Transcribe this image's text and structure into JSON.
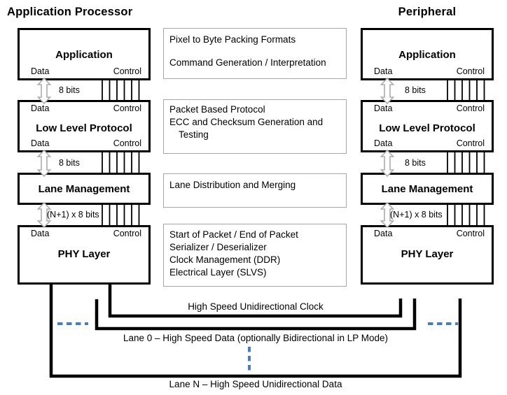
{
  "titles": {
    "left": "Application Processor",
    "right": "Peripheral"
  },
  "layers": {
    "application": {
      "title": "Application"
    },
    "llp": {
      "title": "Low Level Protocol"
    },
    "lane_mgmt": {
      "title": "Lane Management"
    },
    "phy": {
      "title": "PHY Layer"
    }
  },
  "port_labels": {
    "data": "Data",
    "control": "Control"
  },
  "gap_labels": {
    "gap1": "8 bits",
    "gap2": "8 bits",
    "gap3": "(N+1) x 8 bits"
  },
  "middle_boxes": {
    "box1": {
      "line1": "Pixel to Byte Packing Formats",
      "line2": "Command Generation / Interpretation"
    },
    "box2": {
      "line1": "Packet Based Protocol",
      "line2": "ECC and Checksum Generation and",
      "line3": "Testing"
    },
    "box3": {
      "line1": "Lane Distribution and Merging"
    },
    "box4": {
      "line1": "Start of Packet / End of Packet",
      "line2": "Serializer / Deserializer",
      "line3": "Clock Management (DDR)",
      "line4": "Electrical Layer (SLVS)"
    }
  },
  "bus_labels": {
    "clock": "High Speed Unidirectional Clock",
    "lane0": "Lane 0 – High Speed Data (optionally Bidirectional in LP Mode)",
    "laneN": "Lane N – High Speed Unidirectional Data"
  },
  "icons": {
    "bidirectional_arrow": "hollow-double-vertical-arrow",
    "more_lanes_ellipsis": "blue-dashed-line"
  },
  "colors": {
    "line": "#000000",
    "mid_box_border": "#a6a6a6",
    "dash_blue": "#4a7ebb",
    "arrow_outline": "#ababab"
  }
}
